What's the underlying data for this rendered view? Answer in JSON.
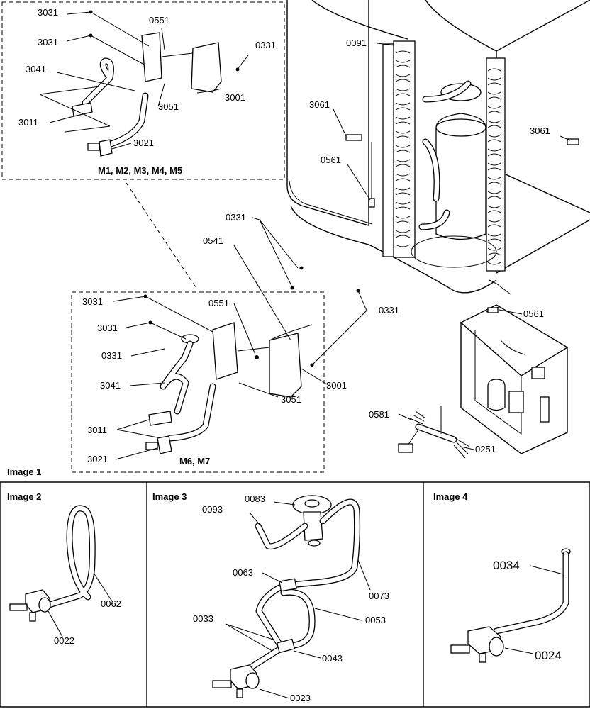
{
  "images": {
    "image1": {
      "title": "Image 1",
      "top_group": "M1, M2, M3, M4, M5",
      "bottom_group": "M6, M7",
      "parts": {
        "p3031": "3031",
        "p0551": "0551",
        "p0331": "0331",
        "p3041": "3041",
        "p3001": "3001",
        "p3051": "3051",
        "p3011": "3011",
        "p3021": "3021",
        "p0091": "0091",
        "p3061": "3061",
        "p0561": "0561",
        "p0541": "0541",
        "p0581": "0581",
        "p0251": "0251"
      }
    },
    "image2": {
      "title": "Image 2",
      "parts": {
        "p0062": "0062",
        "p0022": "0022"
      }
    },
    "image3": {
      "title": "Image 3",
      "parts": {
        "p0083": "0083",
        "p0093": "0093",
        "p0063": "0063",
        "p0073": "0073",
        "p0053": "0053",
        "p0033": "0033",
        "p0043": "0043",
        "p0023": "0023"
      }
    },
    "image4": {
      "title": "Image 4",
      "parts": {
        "p0034": "0034",
        "p0024": "0024"
      }
    }
  }
}
